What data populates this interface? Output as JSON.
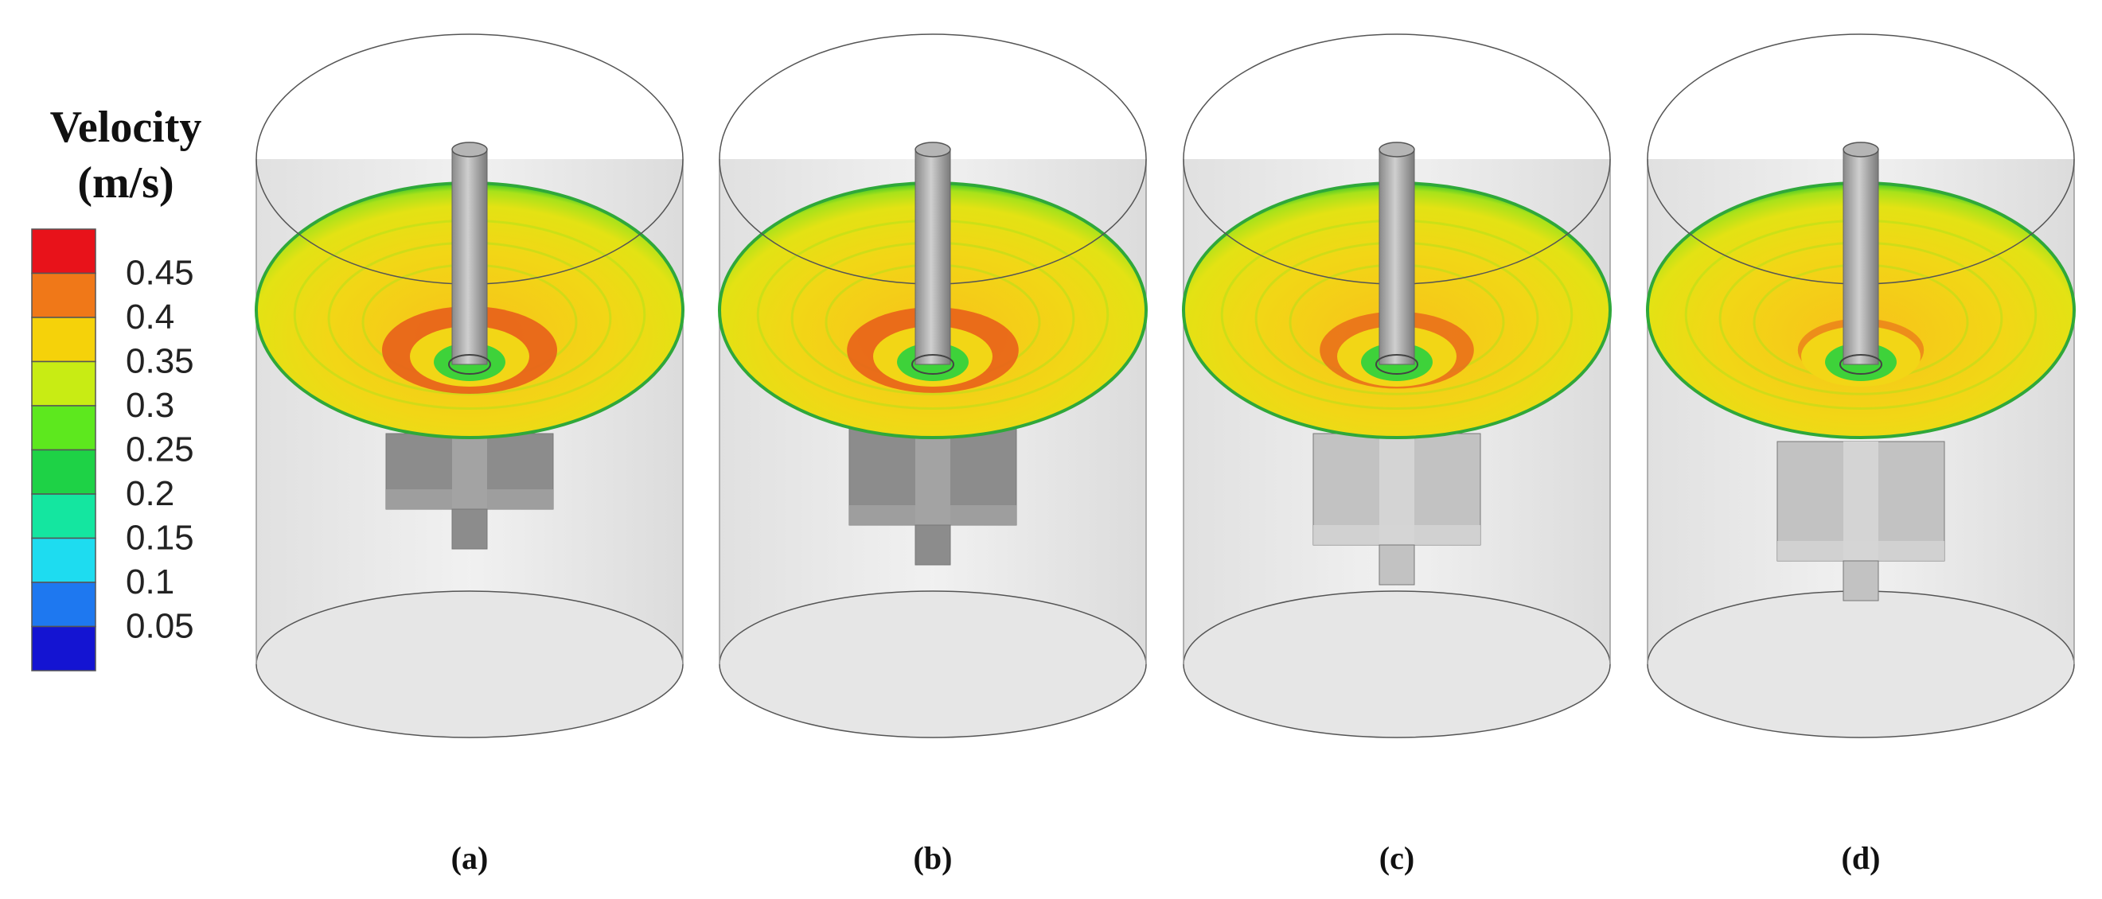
{
  "legend": {
    "title_line1": "Velocity",
    "title_line2": "(m/s)",
    "ticks": [
      "0.45",
      "0.4",
      "0.35",
      "0.3",
      "0.25",
      "0.2",
      "0.15",
      "0.1",
      "0.05"
    ],
    "colors": [
      "#e8121a",
      "#f07818",
      "#f5d20a",
      "#c8ec14",
      "#5de81e",
      "#1ed246",
      "#14e6a0",
      "#1edcf0",
      "#1e78f0",
      "#1414d2"
    ]
  },
  "panels": [
    {
      "label": "(a)",
      "ring_intensity": 1.0
    },
    {
      "label": "(b)",
      "ring_intensity": 0.95
    },
    {
      "label": "(c)",
      "ring_intensity": 0.7
    },
    {
      "label": "(d)",
      "ring_intensity": 0.3
    }
  ]
}
